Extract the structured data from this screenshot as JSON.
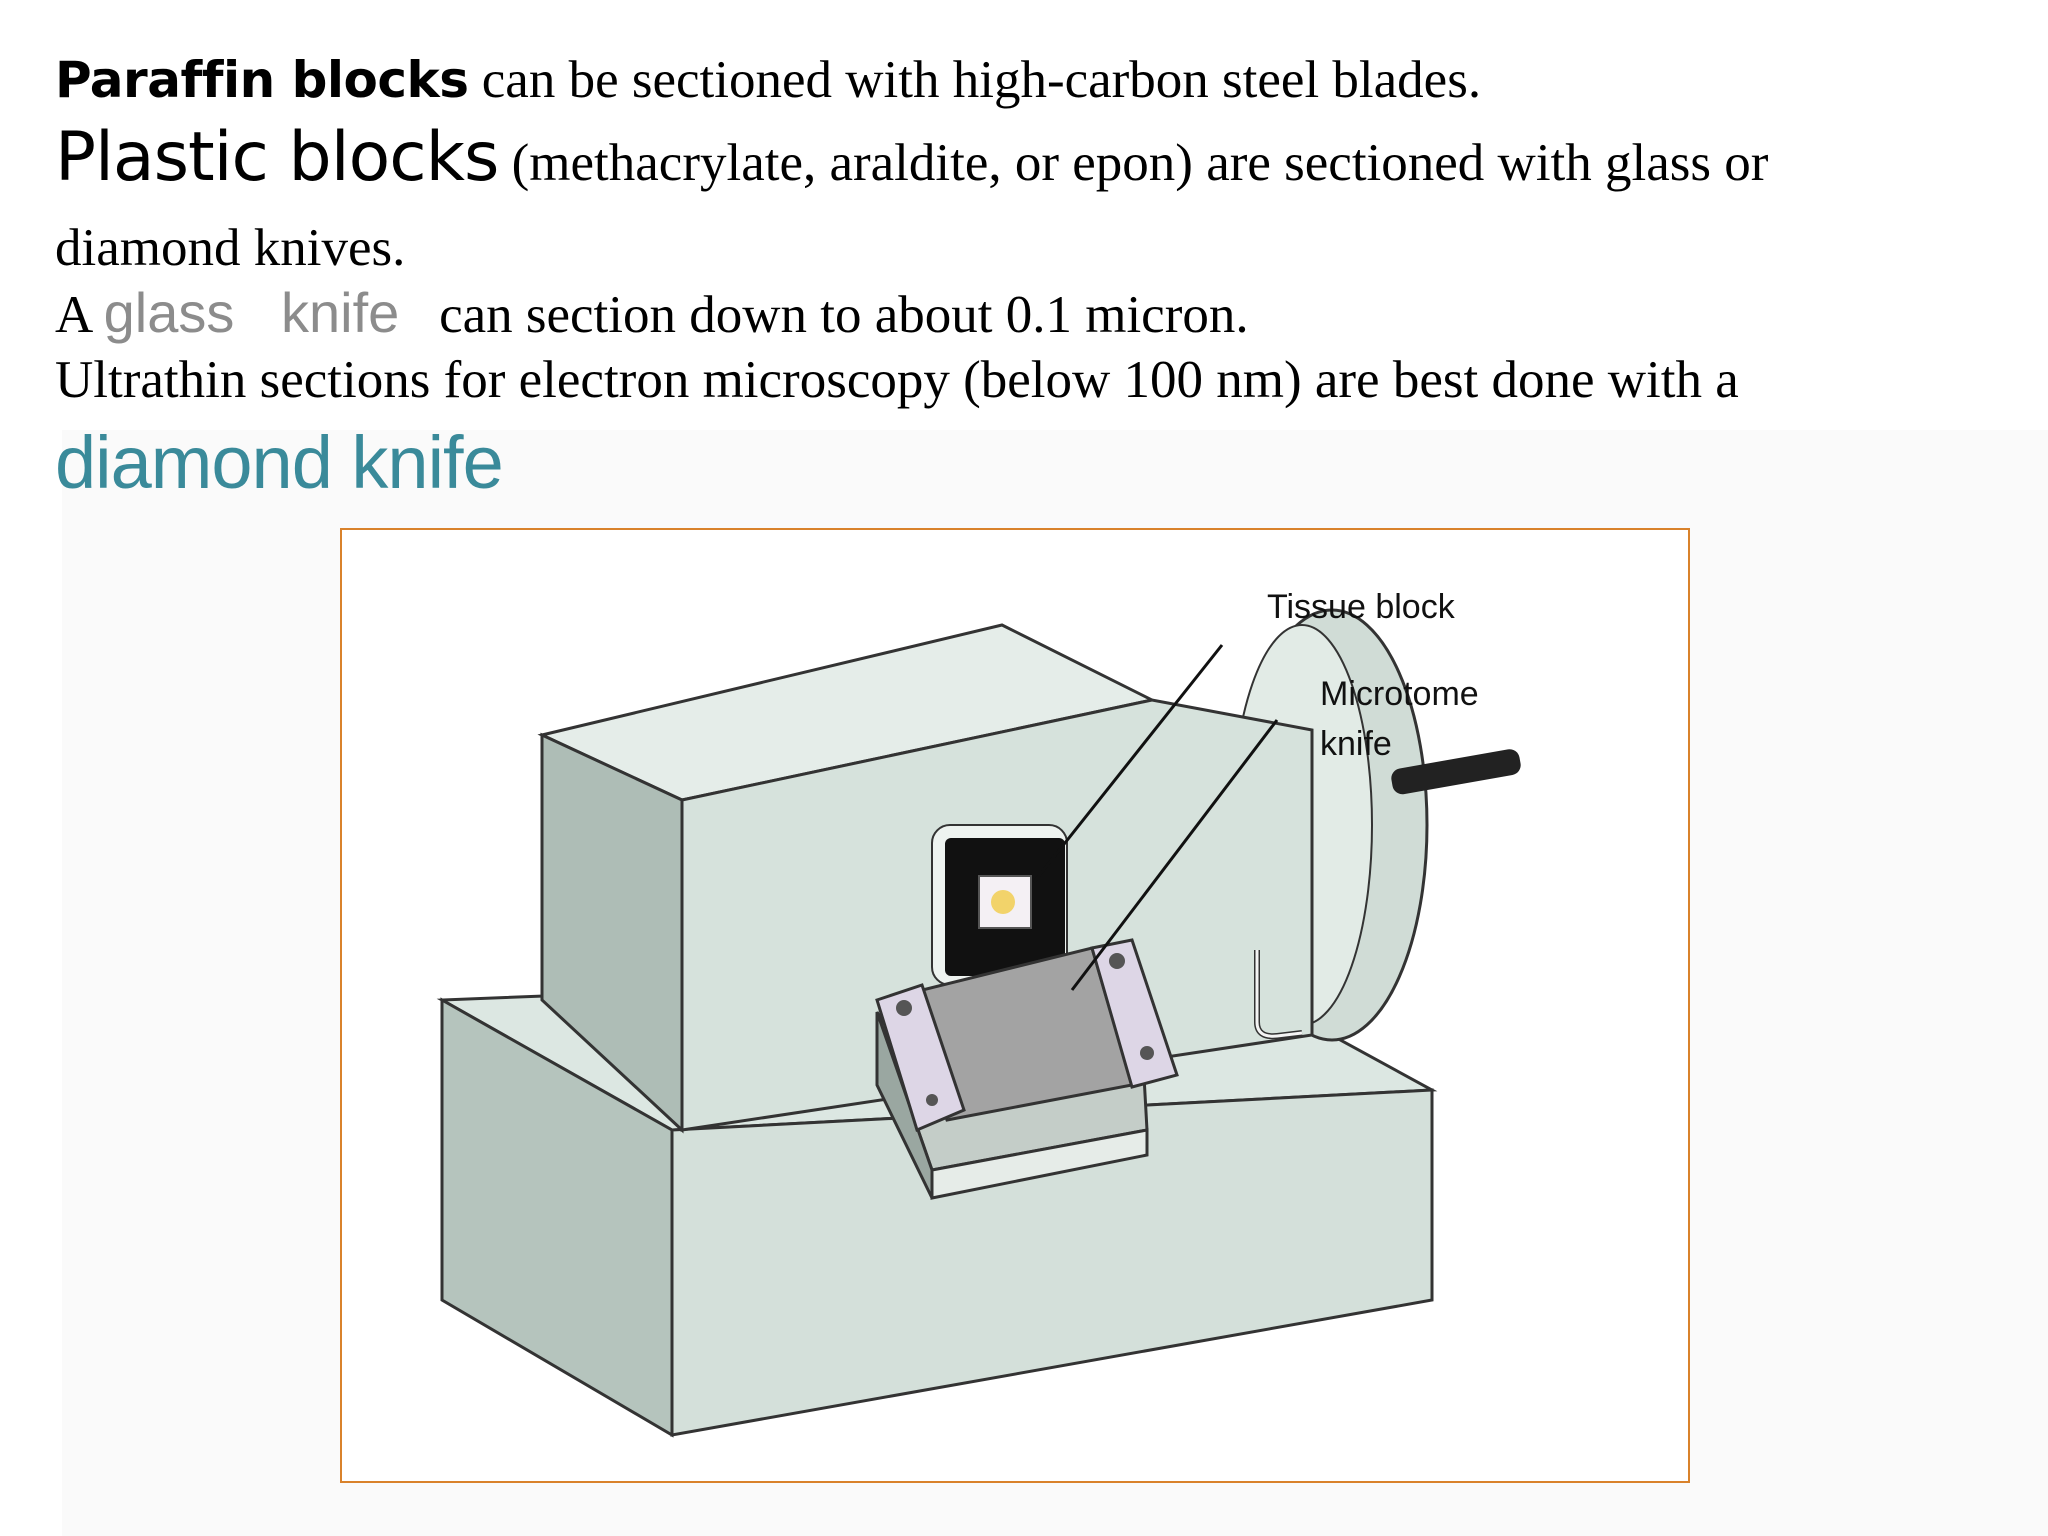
{
  "line1": {
    "emphasis": "Paraffin blocks",
    "rest": " can be sectioned with high-carbon steel blades."
  },
  "line2": {
    "emphasis": "Plastic blocks",
    "rest": " (methacrylate, araldite, or epon) are sectioned with glass or"
  },
  "line3": {
    "text": "diamond knives."
  },
  "line4": {
    "prefix": "A ",
    "emphasis": "glass   knife",
    "rest": "   can section down to about 0.1 micron."
  },
  "line5": {
    "text": "Ultrathin sections for electron microscopy (below 100 nm) are best done with a"
  },
  "line6": {
    "text": "diamond knife"
  },
  "figure": {
    "label_tissue_block": "Tissue block",
    "label_microtome_line1": "Microtome",
    "label_microtome_line2": "knife"
  },
  "colors": {
    "frame": "#d9822b",
    "accent": "#3a8a9a",
    "muted": "#8c8c8c",
    "machine": "#d6e2dc"
  }
}
